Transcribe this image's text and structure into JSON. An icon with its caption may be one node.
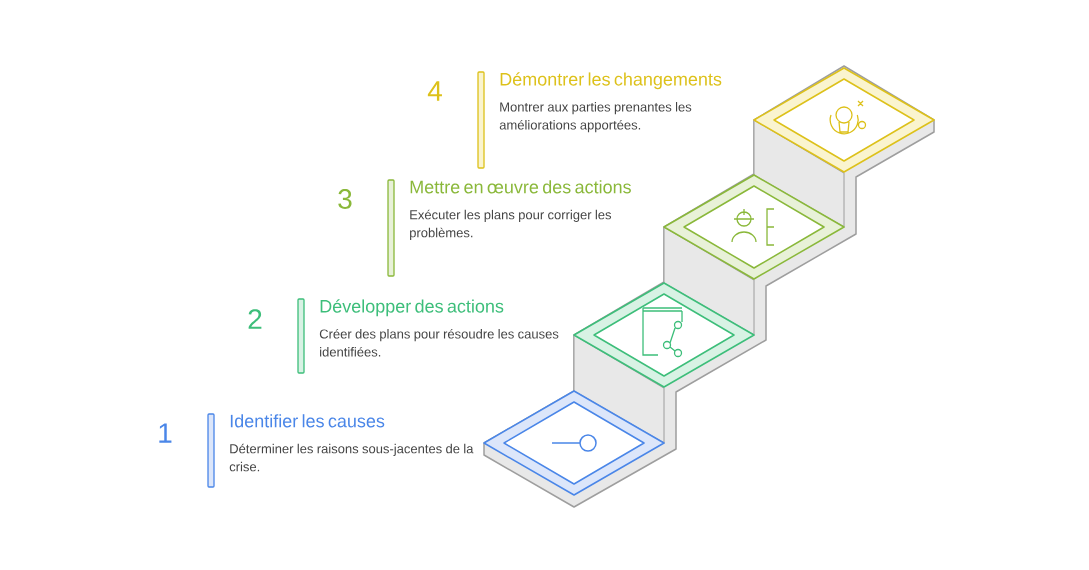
{
  "diagram": {
    "nodes": [
      {
        "text": [
          "Identifier les causes",
          "Déterminer les raisons sous-jacentes de la crise."
        ],
        "beside": [
          "1"
        ]
      },
      {
        "text": [
          "Développer des actions",
          "Créer des plans pour résoudre les causes identifiées."
        ],
        "beside": [
          "2"
        ]
      },
      {
        "text": [
          "Mettre en œuvre des actions",
          "Exécuter les plans pour corriger les problèmes."
        ],
        "beside": [
          "3"
        ]
      },
      {
        "text": [
          "Démontrer les changements",
          "Montrer aux parties prenantes les améliorations apportées."
        ],
        "beside": [
          "4"
        ]
      }
    ]
  }
}
